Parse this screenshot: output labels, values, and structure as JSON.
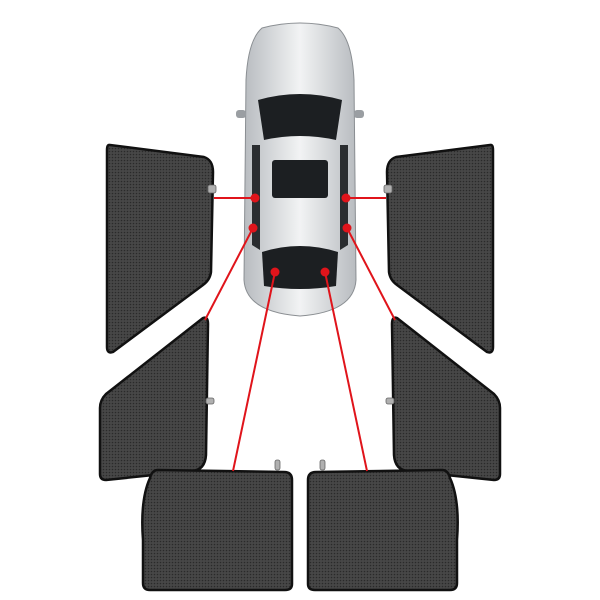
{
  "colors": {
    "background": "#ffffff",
    "shade_fill": "#3a3a3a",
    "shade_border": "#111111",
    "pointer_line": "#e0141b",
    "car_body": "#d9dcdf",
    "car_glass": "#1c1f22"
  },
  "items": [
    {
      "name": "front-left-shade"
    },
    {
      "name": "front-right-shade"
    },
    {
      "name": "rear-left-shade"
    },
    {
      "name": "rear-right-shade"
    },
    {
      "name": "rear-window-left-shade"
    },
    {
      "name": "rear-window-right-shade"
    }
  ]
}
